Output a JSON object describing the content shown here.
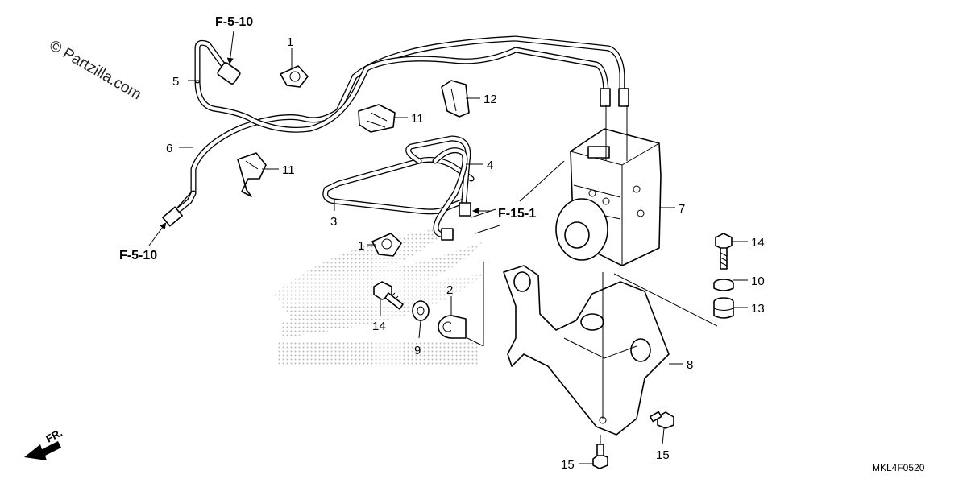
{
  "copyright": "© Partzilla.com",
  "diagram_code": "MKL4F0520",
  "front_indicator": "FR.",
  "reference_labels": {
    "ref_top": "F-5-10",
    "ref_bottom": "F-5-10",
    "ref_modulator": "F-15-1"
  },
  "callouts": {
    "c1_top": "1",
    "c1_bottom": "1",
    "c2": "2",
    "c3": "3",
    "c4": "4",
    "c5": "5",
    "c6": "6",
    "c7": "7",
    "c8": "8",
    "c9": "9",
    "c10": "10",
    "c11_top": "11",
    "c11_mid": "11",
    "c12": "12",
    "c13": "13",
    "c14_right": "14",
    "c14_left": "14",
    "c15_left": "15",
    "c15_right": "15"
  },
  "colors": {
    "line": "#000000",
    "watermark_dots": "#bdbdbd",
    "background": "#ffffff"
  }
}
